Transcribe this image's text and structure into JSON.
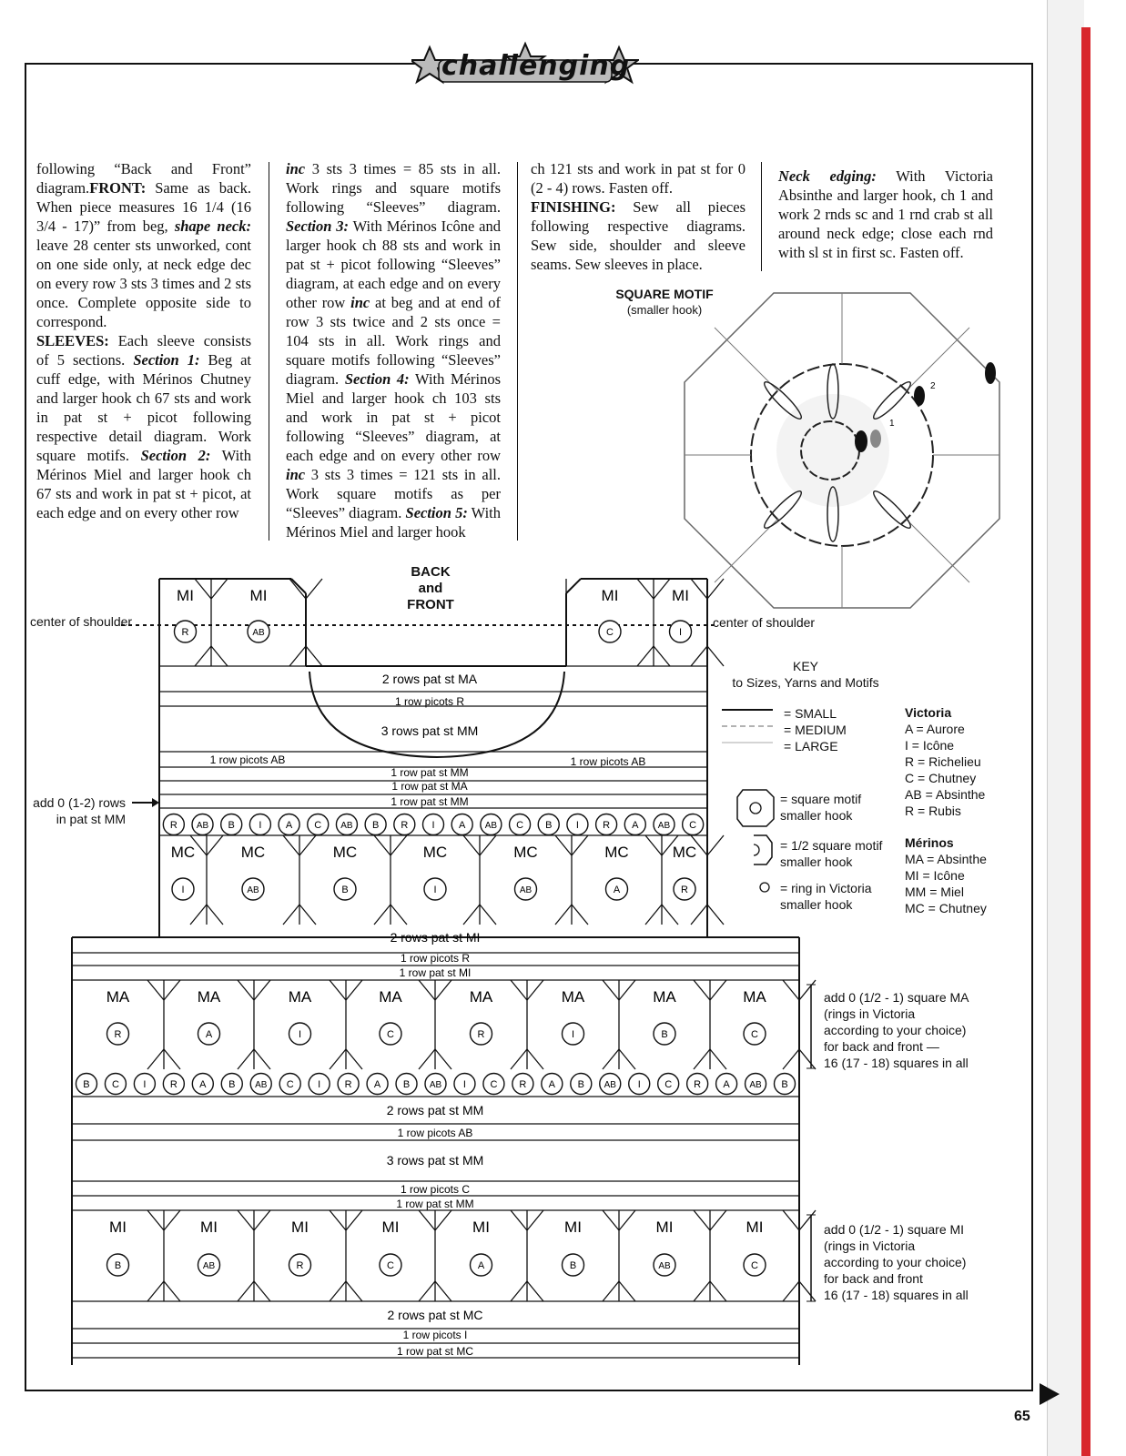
{
  "banner": {
    "label": "challenging"
  },
  "columns": {
    "c1": [
      {
        "t": "text",
        "v": "following “Back and Front” diagram."
      },
      {
        "t": "head",
        "v": "FRONT:"
      },
      {
        "t": "text",
        "v": " Same as back. When piece measures 16 1/4 (16 3/4 - 17)” from beg, "
      },
      {
        "t": "em",
        "v": "shape neck:"
      },
      {
        "t": "text",
        "v": " leave 28 center sts unworked, cont on one side only, at neck edge dec on every row 3 sts 3 times and 2 sts once. Complete opposite side to correspond."
      },
      {
        "t": "br"
      },
      {
        "t": "head",
        "v": "SLEEVES:"
      },
      {
        "t": "text",
        "v": " Each sleeve consists of 5 sections. "
      },
      {
        "t": "em",
        "v": "Section 1:"
      },
      {
        "t": "text",
        "v": " Beg at cuff edge, with Mérinos Chutney and larger hook ch 67 sts and work in pat st + picot following respective detail diagram. Work square motifs. "
      },
      {
        "t": "em",
        "v": "Section 2:"
      },
      {
        "t": "text",
        "v": " With Mérinos Miel and larger hook ch 67 sts and work in pat st + picot, at each edge and on every other row"
      }
    ],
    "c2": [
      {
        "t": "em",
        "v": "inc"
      },
      {
        "t": "text",
        "v": " 3 sts 3 times = 85 sts in all. Work rings and square motifs following “Sleeves” diagram. "
      },
      {
        "t": "em",
        "v": "Section 3:"
      },
      {
        "t": "text",
        "v": " With Mérinos Icône and larger hook ch 88 sts and work in pat st + picot following “Sleeves” diagram, at each edge and on every other row "
      },
      {
        "t": "em",
        "v": "inc"
      },
      {
        "t": "text",
        "v": " at beg and at end of row 3 sts twice and 2 sts once = 104 sts in all. Work rings and square motifs following “Sleeves” diagram. "
      },
      {
        "t": "em",
        "v": "Section 4:"
      },
      {
        "t": "text",
        "v": " With Mérinos Miel and larger hook ch 103 sts and work in pat st + picot following “Sleeves” diagram, at each edge and on every other row "
      },
      {
        "t": "em",
        "v": "inc"
      },
      {
        "t": "text",
        "v": " 3 sts 3 times = 121 sts in all. Work square motifs as per “Sleeves” diagram. "
      },
      {
        "t": "em",
        "v": "Section 5:"
      },
      {
        "t": "text",
        "v": " With Mérinos Miel and larger hook"
      }
    ],
    "c3": [
      {
        "t": "text",
        "v": "ch 121 sts and work in pat st for 0 (2 - 4) rows. Fasten off."
      },
      {
        "t": "br"
      },
      {
        "t": "head",
        "v": "FINISHING:"
      },
      {
        "t": "text",
        "v": " Sew all pieces following respective diagrams. Sew side, shoulder and sleeve seams. Sew sleeves in place."
      }
    ],
    "c4": [
      {
        "t": "em",
        "v": "Neck edging:"
      },
      {
        "t": "text",
        "v": " With Victoria Absinthe and larger hook, ch 1 and work 2 rnds sc and 1 rnd crab st all around neck edge; close each rnd with sl st in first sc. Fasten off."
      }
    ]
  },
  "square_motif": {
    "title": "SQUARE MOTIF",
    "subtitle": "(smaller hook)",
    "mark1": "1",
    "mark2": "2"
  },
  "diagram": {
    "title_lines": [
      "BACK",
      "and",
      "FRONT"
    ],
    "center_of_shoulder": "center of shoulder",
    "add_rows": [
      "add 0 (1-2) rows",
      "in pat st MM"
    ],
    "shoulder_left": [
      {
        "lab": "MI",
        "ring": "R"
      },
      {
        "lab": "MI",
        "ring": "AB"
      }
    ],
    "shoulder_right": [
      {
        "lab": "MI",
        "ring": "C"
      },
      {
        "lab": "MI",
        "ring": "I"
      }
    ],
    "neck_rows": [
      "2 rows pat st MA",
      "1 row picots R",
      "3 rows pat st MM"
    ],
    "picots_ab": "1 row picots AB",
    "mid_rows": [
      "1 row pat st MM",
      "1 row pat st MA",
      "1 row pat st MM"
    ],
    "ring_row1": [
      "R",
      "AB",
      "B",
      "I",
      "A",
      "C",
      "AB",
      "B",
      "R",
      "I",
      "A",
      "AB",
      "C",
      "B",
      "I",
      "R",
      "A",
      "AB",
      "C"
    ],
    "mc_row": [
      {
        "lab": "MC",
        "ring": "I"
      },
      {
        "lab": "MC",
        "ring": "AB"
      },
      {
        "lab": "MC",
        "ring": "B"
      },
      {
        "lab": "MC",
        "ring": "I"
      },
      {
        "lab": "MC",
        "ring": "AB"
      },
      {
        "lab": "MC",
        "ring": "A"
      },
      {
        "lab": "MC",
        "ring": "R"
      }
    ],
    "rows_b": [
      "2 rows pat st MI",
      "1 row picots R",
      "1 row pat st MI"
    ],
    "ma_row": [
      {
        "lab": "MA",
        "ring": "R"
      },
      {
        "lab": "MA",
        "ring": "A"
      },
      {
        "lab": "MA",
        "ring": "I"
      },
      {
        "lab": "MA",
        "ring": "C"
      },
      {
        "lab": "MA",
        "ring": "R"
      },
      {
        "lab": "MA",
        "ring": "I"
      },
      {
        "lab": "MA",
        "ring": "B"
      },
      {
        "lab": "MA",
        "ring": "C"
      }
    ],
    "ring_row2": [
      "B",
      "C",
      "I",
      "R",
      "A",
      "B",
      "AB",
      "C",
      "I",
      "R",
      "A",
      "B",
      "AB",
      "I",
      "C",
      "R",
      "A",
      "B",
      "AB",
      "I",
      "C",
      "R",
      "A",
      "AB",
      "B"
    ],
    "rows_c": [
      "2 rows pat st MM",
      "1 row picots AB",
      "3 rows pat st MM",
      "1 row picots C",
      "1 row pat st MM"
    ],
    "mi_row": [
      {
        "lab": "MI",
        "ring": "B"
      },
      {
        "lab": "MI",
        "ring": "AB"
      },
      {
        "lab": "MI",
        "ring": "R"
      },
      {
        "lab": "MI",
        "ring": "C"
      },
      {
        "lab": "MI",
        "ring": "A"
      },
      {
        "lab": "MI",
        "ring": "B"
      },
      {
        "lab": "MI",
        "ring": "AB"
      },
      {
        "lab": "MI",
        "ring": "C"
      }
    ],
    "rows_d": [
      "2 rows pat st MC",
      "1 row picots I",
      "1 row pat st MC"
    ],
    "note_ma": [
      "add 0 (1/2 - 1) square MA",
      "(rings in Victoria",
      "according to your choice)",
      "for back and front —",
      "16 (17 - 18) squares in all"
    ],
    "note_mi": [
      "add 0 (1/2 - 1) square MI",
      "(rings in Victoria",
      "according to your choice)",
      "for back and front",
      "16 (17 - 18) squares in all"
    ]
  },
  "key": {
    "title": [
      "KEY",
      "to Sizes, Yarns and Motifs"
    ],
    "sizes": [
      "= SMALL",
      "= MEDIUM",
      "= LARGE"
    ],
    "symbols": [
      [
        "= square motif",
        "smaller hook"
      ],
      [
        "= 1/2 square motif",
        "smaller hook"
      ],
      [
        "= ring in Victoria",
        "smaller hook"
      ]
    ],
    "victoria_title": "Victoria",
    "victoria": [
      "A = Aurore",
      "I = Icône",
      "R = Richelieu",
      "C = Chutney",
      "AB = Absinthe",
      "R = Rubis"
    ],
    "merinos_title": "Mérinos",
    "merinos": [
      "MA = Absinthe",
      "MI = Icône",
      "MM = Miel",
      "MC = Chutney"
    ]
  },
  "page_number": "65"
}
